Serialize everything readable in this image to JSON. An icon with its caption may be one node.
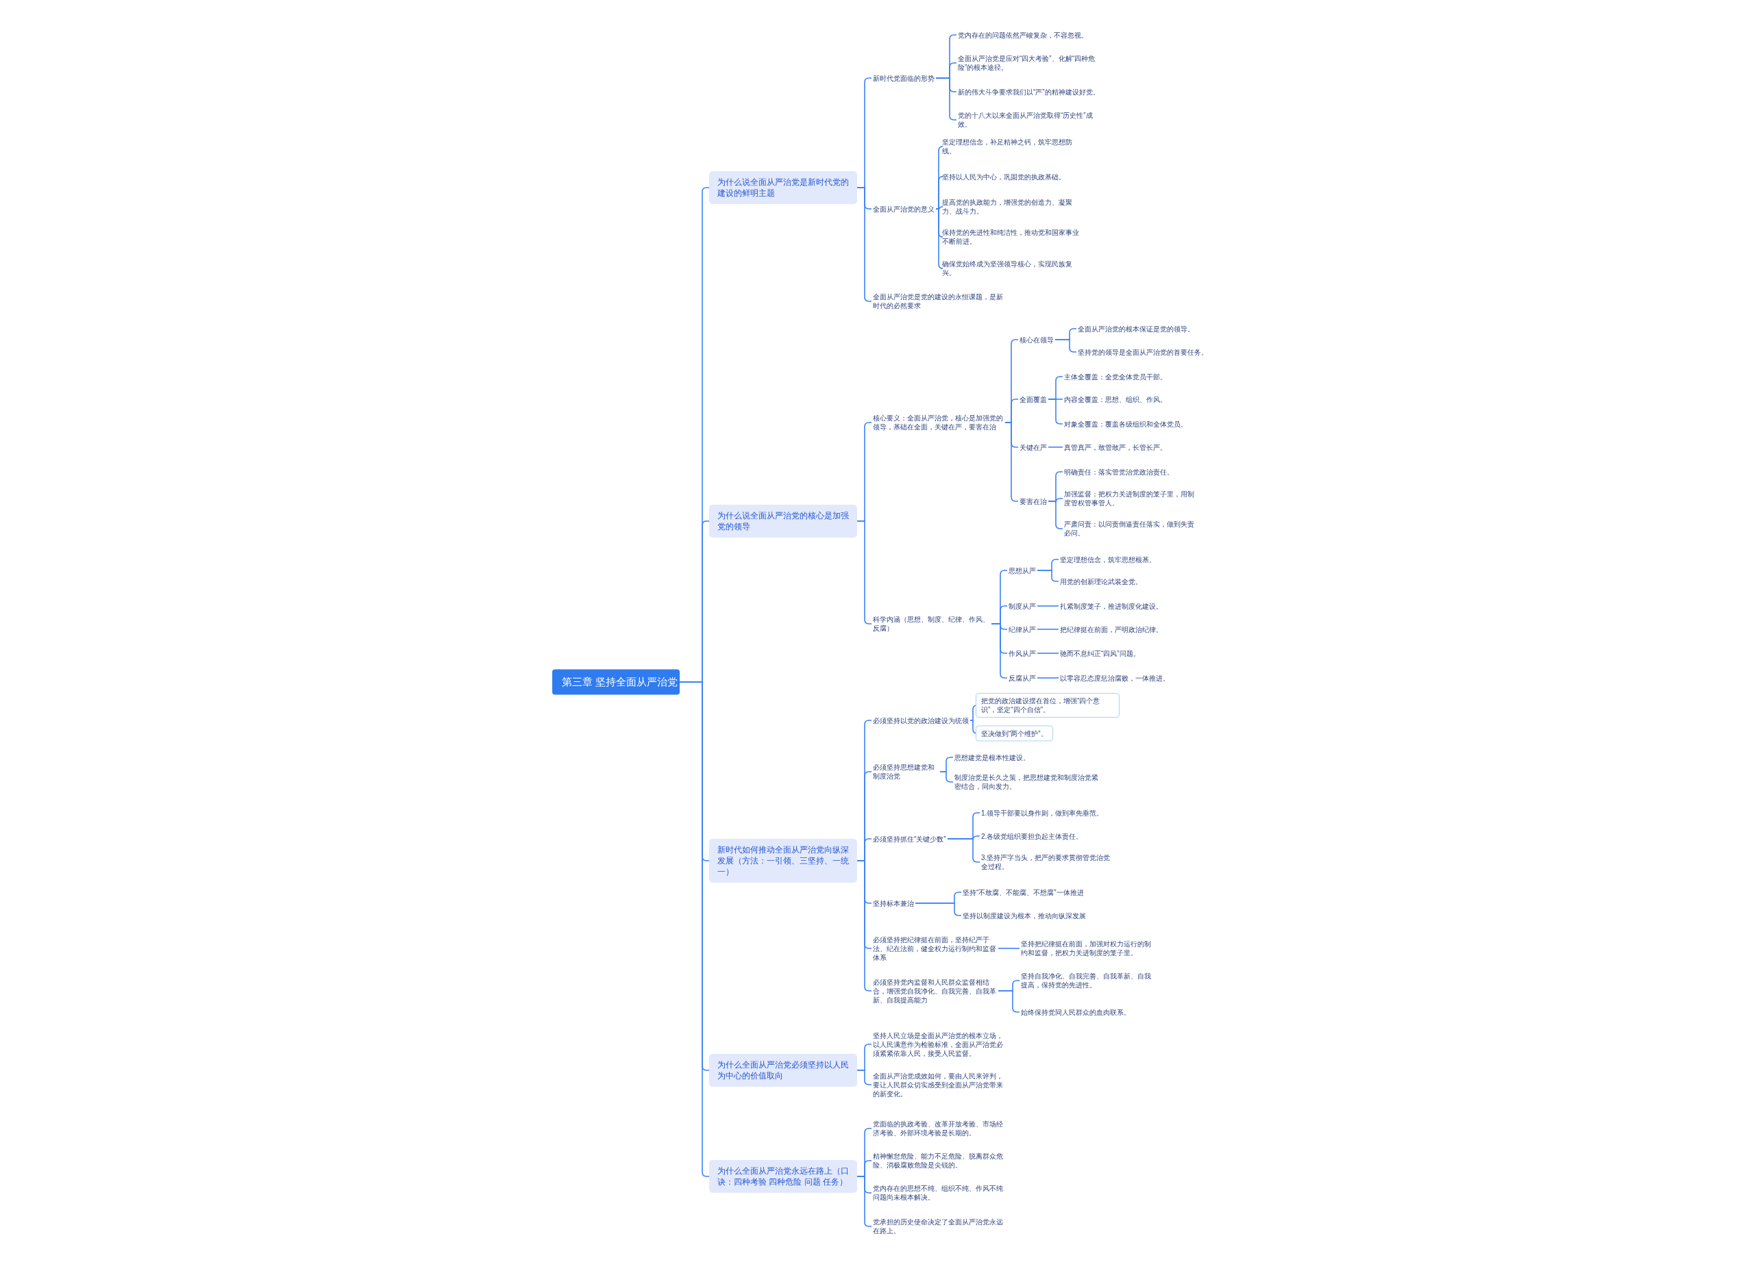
{
  "diagram": {
    "nodes": [
      {
        "text": [
          "第三章 坚持全面从严治党"
        ]
      },
      {
        "text": [
          "为什么说全面从严治党是新时代党的建设的鲜明主题"
        ]
      },
      {
        "text": [
          "新时代党面临的形势"
        ]
      },
      {
        "text": [
          "党内存在的问题依然严峻复杂，不容忽视。"
        ]
      },
      {
        "text": [
          "全面从严治党是应对“四大考验”、化解“四种危险”的根本途径。"
        ]
      },
      {
        "text": [
          "新的伟大斗争要求我们以“严”的精神建设好党。"
        ]
      },
      {
        "text": [
          "党的十八大以来全面从严治党取得“历史性”成效。"
        ]
      },
      {
        "text": [
          "全面从严治党的意义"
        ]
      },
      {
        "text": [
          "坚定理想信念，补足精神之钙，筑牢思想防线。"
        ]
      },
      {
        "text": [
          "坚持以人民为中心，巩固党的执政基础。"
        ]
      },
      {
        "text": [
          "提高党的执政能力，增强党的创造力、凝聚力、战斗力。"
        ]
      },
      {
        "text": [
          "保持党的先进性和纯洁性，推动党和国家事业不断前进。"
        ]
      },
      {
        "text": [
          "确保党始终成为坚强领导核心，实现民族复兴。"
        ]
      },
      {
        "text": [
          "全面从严治党是党的建设的永恒课题，是新时代的必然要求"
        ]
      },
      {
        "text": [
          "为什么说全面从严治党的核心是加强党的领导"
        ]
      },
      {
        "text": [
          "核心要义：全面从严治党，核心是加强党的领导，基础在全面，关键在严，要害在治"
        ]
      },
      {
        "text": [
          "核心在领导"
        ]
      },
      {
        "text": [
          "全面从严治党的根本保证是党的领导。"
        ]
      },
      {
        "text": [
          "坚持党的领导是全面从严治党的首要任务。"
        ]
      },
      {
        "text": [
          "全面覆盖"
        ]
      },
      {
        "text": [
          "主体全覆盖：全党全体党员干部。"
        ]
      },
      {
        "text": [
          "内容全覆盖：思想、组织、作风。"
        ]
      },
      {
        "text": [
          "对象全覆盖：覆盖各级组织和全体党员。"
        ]
      },
      {
        "text": [
          "关键在严"
        ]
      },
      {
        "text": [
          "真管真严，敢管敢严，长管长严。"
        ]
      },
      {
        "text": [
          "要害在治"
        ]
      },
      {
        "text": [
          "明确责任：落实管党治党政治责任。"
        ]
      },
      {
        "text": [
          "加强监督：把权力关进制度的笼子里，用制度管权管事管人。"
        ]
      },
      {
        "text": [
          "严肃问责：以问责倒逼责任落实，做到失责必问。"
        ]
      },
      {
        "text": [
          "科学内涵（思想、制度、纪律、作风、反腐）"
        ]
      },
      {
        "text": [
          "思想从严"
        ]
      },
      {
        "text": [
          "坚定理想信念，筑牢思想根基。"
        ]
      },
      {
        "text": [
          "用党的创新理论武装全党。"
        ]
      },
      {
        "text": [
          "制度从严"
        ]
      },
      {
        "text": [
          "扎紧制度笼子，推进制度化建设。"
        ]
      },
      {
        "text": [
          "纪律从严"
        ]
      },
      {
        "text": [
          "把纪律挺在前面，严明政治纪律。"
        ]
      },
      {
        "text": [
          "作风从严"
        ]
      },
      {
        "text": [
          "驰而不息纠正“四风”问题。"
        ]
      },
      {
        "text": [
          "反腐从严"
        ]
      },
      {
        "text": [
          "以零容忍态度惩治腐败，一体推进。"
        ]
      },
      {
        "text": [
          "新时代如何推动全面从严治党向纵深发展（方法：一引领、三坚持、一统一）"
        ]
      },
      {
        "text": [
          "必须坚持以党的政治建设为统领"
        ]
      },
      {
        "text": [
          "把党的政治建设摆在首位，增强“四个意识”，坚定“四个自信”。"
        ]
      },
      {
        "text": [
          "坚决做到“两个维护”。"
        ]
      },
      {
        "text": [
          "必须坚持思想建党和制度治党"
        ]
      },
      {
        "text": [
          "思想建党是根本性建设。"
        ]
      },
      {
        "text": [
          "制度治党是长久之策，把思想建党和制度治党紧密结合，同向发力。"
        ]
      },
      {
        "text": [
          "必须坚持抓住“关键少数”"
        ]
      },
      {
        "text": [
          "1.领导干部要以身作则，做到率先垂范。"
        ]
      },
      {
        "text": [
          "2.各级党组织要担负起主体责任。"
        ]
      },
      {
        "text": [
          "3.坚持严字当头，把严的要求贯彻管党治党全过程。"
        ]
      },
      {
        "text": [
          "坚持标本兼治"
        ]
      },
      {
        "text": [
          "坚持“不敢腐、不能腐、不想腐”一体推进"
        ]
      },
      {
        "text": [
          "坚持以制度建设为根本，推动向纵深发展"
        ]
      },
      {
        "text": [
          "必须坚持把纪律挺在前面，坚持纪严于法、纪在法前，健全权力运行制约和监督体系"
        ]
      },
      {
        "text": [
          "坚持把纪律挺在前面，加强对权力运行的制约和监督，把权力关进制度的笼子里。"
        ]
      },
      {
        "text": [
          "必须坚持党内监督和人民群众监督相结合，增强党自我净化、自我完善、自我革新、自我提高能力"
        ]
      },
      {
        "text": [
          "坚持自我净化、自我完善、自我革新、自我提高，保持党的先进性。"
        ]
      },
      {
        "text": [
          "始终保持党同人民群众的血肉联系。"
        ]
      },
      {
        "text": [
          "为什么全面从严治党必须坚持以人民为中心的价值取向"
        ]
      },
      {
        "text": [
          "坚持人民立场是全面从严治党的根本立场，以人民满意作为检验标准，全面从严治党必须紧紧依靠人民，接受人民监督。"
        ]
      },
      {
        "text": [
          "全面从严治党成效如何，要由人民来评判，要让人民群众切实感受到全面从严治党带来的新变化。"
        ]
      },
      {
        "text": [
          "为什么全面从严治党永远在路上（口诀：四种考验 四种危险 问题 任务）"
        ]
      },
      {
        "text": [
          "党面临的执政考验、改革开放考验、市场经济考验、外部环境考验是长期的。"
        ]
      },
      {
        "text": [
          "精神懈怠危险、能力不足危险、脱离群众危险、消极腐败危险是尖锐的。"
        ]
      },
      {
        "text": [
          "党内存在的思想不纯、组织不纯、作风不纯问题尚未根本解决。"
        ]
      },
      {
        "text": [
          "党承担的历史使命决定了全面从严治党永远在路上。"
        ]
      }
    ],
    "edges": [
      {
        "from": 0,
        "to": 1,
        "arrow": "none"
      },
      {
        "from": 0,
        "to": 14,
        "arrow": "none"
      },
      {
        "from": 0,
        "to": 41,
        "arrow": "none"
      },
      {
        "from": 0,
        "to": 60,
        "arrow": "none"
      },
      {
        "from": 0,
        "to": 63,
        "arrow": "none"
      },
      {
        "from": 1,
        "to": 2,
        "arrow": "none"
      },
      {
        "from": 1,
        "to": 7,
        "arrow": "none"
      },
      {
        "from": 1,
        "to": 13,
        "arrow": "none"
      },
      {
        "from": 2,
        "to": 3,
        "arrow": "none"
      },
      {
        "from": 2,
        "to": 4,
        "arrow": "none"
      },
      {
        "from": 2,
        "to": 5,
        "arrow": "none"
      },
      {
        "from": 2,
        "to": 6,
        "arrow": "none"
      },
      {
        "from": 7,
        "to": 8,
        "arrow": "none"
      },
      {
        "from": 7,
        "to": 9,
        "arrow": "none"
      },
      {
        "from": 7,
        "to": 10,
        "arrow": "none"
      },
      {
        "from": 7,
        "to": 11,
        "arrow": "none"
      },
      {
        "from": 7,
        "to": 12,
        "arrow": "none"
      },
      {
        "from": 14,
        "to": 15,
        "arrow": "none"
      },
      {
        "from": 14,
        "to": 29,
        "arrow": "none"
      },
      {
        "from": 15,
        "to": 16,
        "arrow": "none"
      },
      {
        "from": 15,
        "to": 19,
        "arrow": "none"
      },
      {
        "from": 15,
        "to": 23,
        "arrow": "none"
      },
      {
        "from": 15,
        "to": 25,
        "arrow": "none"
      },
      {
        "from": 16,
        "to": 17,
        "arrow": "none"
      },
      {
        "from": 16,
        "to": 18,
        "arrow": "none"
      },
      {
        "from": 19,
        "to": 20,
        "arrow": "none"
      },
      {
        "from": 19,
        "to": 21,
        "arrow": "none"
      },
      {
        "from": 19,
        "to": 22,
        "arrow": "none"
      },
      {
        "from": 23,
        "to": 24,
        "arrow": "none"
      },
      {
        "from": 25,
        "to": 26,
        "arrow": "none"
      },
      {
        "from": 25,
        "to": 27,
        "arrow": "none"
      },
      {
        "from": 25,
        "to": 28,
        "arrow": "none"
      },
      {
        "from": 29,
        "to": 30,
        "arrow": "none"
      },
      {
        "from": 29,
        "to": 33,
        "arrow": "none"
      },
      {
        "from": 29,
        "to": 35,
        "arrow": "none"
      },
      {
        "from": 29,
        "to": 37,
        "arrow": "none"
      },
      {
        "from": 29,
        "to": 39,
        "arrow": "none"
      },
      {
        "from": 30,
        "to": 31,
        "arrow": "none"
      },
      {
        "from": 30,
        "to": 32,
        "arrow": "none"
      },
      {
        "from": 33,
        "to": 34,
        "arrow": "none"
      },
      {
        "from": 35,
        "to": 36,
        "arrow": "none"
      },
      {
        "from": 37,
        "to": 38,
        "arrow": "none"
      },
      {
        "from": 39,
        "to": 40,
        "arrow": "none"
      },
      {
        "from": 41,
        "to": 42,
        "arrow": "none"
      },
      {
        "from": 41,
        "to": 45,
        "arrow": "none"
      },
      {
        "from": 41,
        "to": 48,
        "arrow": "none"
      },
      {
        "from": 41,
        "to": 52,
        "arrow": "none"
      },
      {
        "from": 41,
        "to": 55,
        "arrow": "none"
      },
      {
        "from": 41,
        "to": 57,
        "arrow": "none"
      },
      {
        "from": 42,
        "to": 43,
        "arrow": "none"
      },
      {
        "from": 42,
        "to": 44,
        "arrow": "none"
      },
      {
        "from": 45,
        "to": 46,
        "arrow": "none"
      },
      {
        "from": 45,
        "to": 47,
        "arrow": "none"
      },
      {
        "from": 48,
        "to": 49,
        "arrow": "none"
      },
      {
        "from": 48,
        "to": 50,
        "arrow": "none"
      },
      {
        "from": 48,
        "to": 51,
        "arrow": "none"
      },
      {
        "from": 52,
        "to": 53,
        "arrow": "none"
      },
      {
        "from": 52,
        "to": 54,
        "arrow": "none"
      },
      {
        "from": 55,
        "to": 56,
        "arrow": "none"
      },
      {
        "from": 57,
        "to": 58,
        "arrow": "none"
      },
      {
        "from": 57,
        "to": 59,
        "arrow": "none"
      },
      {
        "from": 60,
        "to": 61,
        "arrow": "none"
      },
      {
        "from": 60,
        "to": 62,
        "arrow": "none"
      },
      {
        "from": 63,
        "to": 64,
        "arrow": "none"
      },
      {
        "from": 63,
        "to": 65,
        "arrow": "none"
      },
      {
        "from": 63,
        "to": 66,
        "arrow": "none"
      },
      {
        "from": 63,
        "to": 67,
        "arrow": "none"
      }
    ]
  }
}
